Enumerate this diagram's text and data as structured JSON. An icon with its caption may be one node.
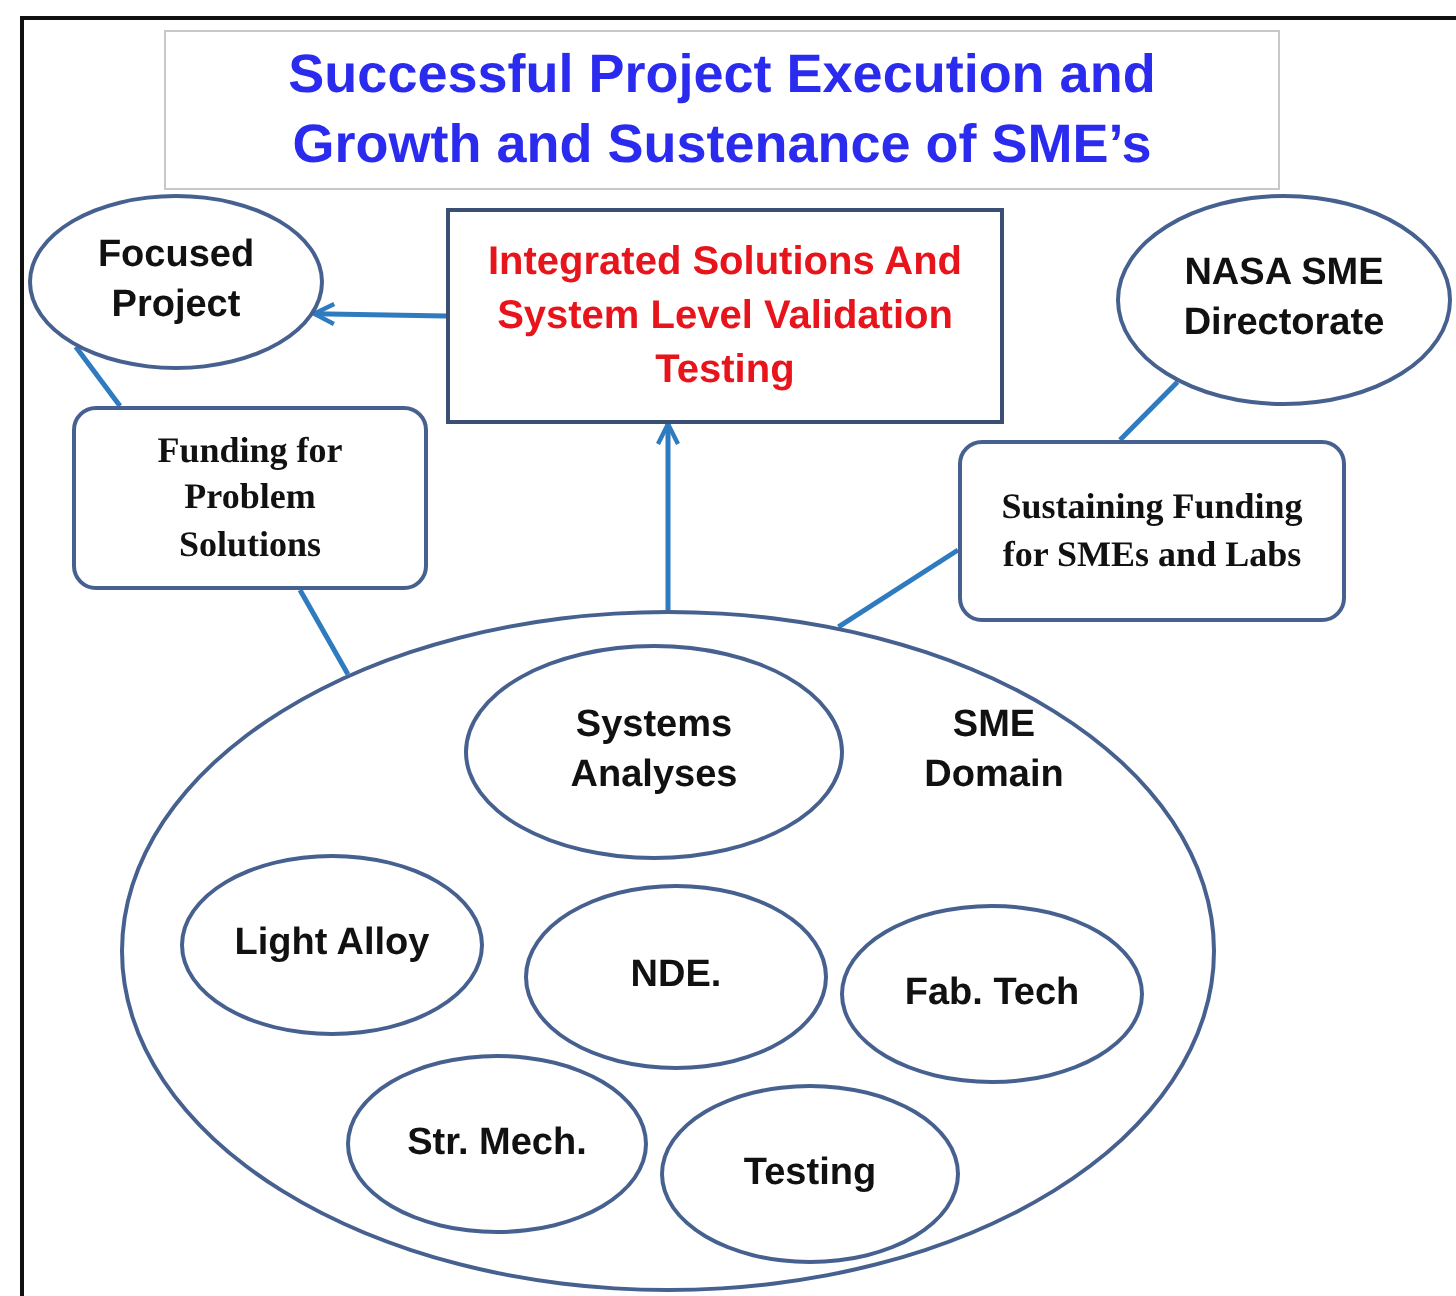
{
  "diagram": {
    "title": "Successful Project Execution and Growth and Sustenance of SME’s",
    "nodes": [
      {
        "text": [
          "Focused Project"
        ]
      },
      {
        "text": [
          "Integrated Solutions And System Level Validation Testing"
        ]
      },
      {
        "text": [
          "NASA SME Directorate"
        ]
      },
      {
        "text": [
          "Funding for Problem Solutions"
        ]
      },
      {
        "text": [
          "Sustaining Funding for SMEs and Labs"
        ]
      },
      {
        "text": [
          "SME Domain"
        ]
      },
      {
        "text": [
          "Systems Analyses"
        ],
        "in": 5
      },
      {
        "text": [
          "Light Alloy"
        ],
        "in": 5
      },
      {
        "text": [
          "NDE."
        ],
        "in": 5
      },
      {
        "text": [
          "Fab. Tech"
        ],
        "in": 5
      },
      {
        "text": [
          "Str. Mech."
        ],
        "in": 5
      },
      {
        "text": [
          "Testing"
        ],
        "in": 5
      }
    ],
    "edges": [
      {
        "from": 1,
        "to": 0,
        "arrow": "to"
      },
      {
        "from": 5,
        "to": 1,
        "arrow": "to"
      },
      {
        "from": 3,
        "to": 0,
        "arrow": "none"
      },
      {
        "from": 3,
        "to": 5,
        "arrow": "none"
      },
      {
        "from": 4,
        "to": 2,
        "arrow": "none"
      },
      {
        "from": 4,
        "to": 5,
        "arrow": "none"
      }
    ]
  }
}
